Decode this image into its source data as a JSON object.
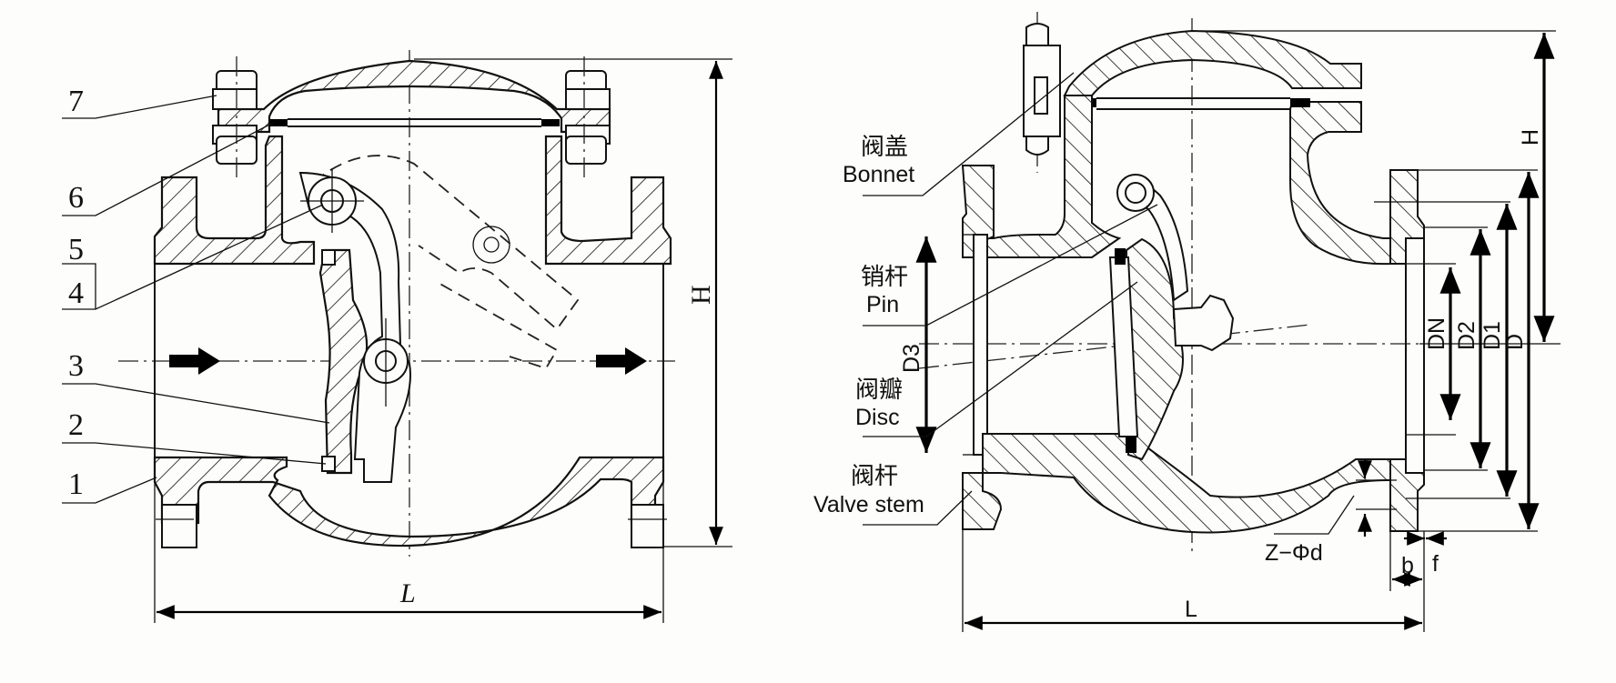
{
  "figure": {
    "title": "Swing check valve sectional drawings",
    "left_drawing": {
      "part_callouts": [
        "1",
        "2",
        "3",
        "4",
        "5",
        "6",
        "7"
      ],
      "dimensions": {
        "length": "L",
        "height": "H"
      },
      "flow_direction": "left-to-right"
    },
    "right_drawing": {
      "callouts": [
        {
          "cn": "阀盖",
          "en": "Bonnet"
        },
        {
          "cn": "销杆",
          "en": "Pin"
        },
        {
          "cn": "阀瓣",
          "en": "Disc"
        },
        {
          "cn": "阀杆",
          "en": "Valve stem"
        }
      ],
      "dimensions": {
        "length": "L",
        "height": "H",
        "d3": "D3",
        "dn": "DN",
        "d2": "D2",
        "d1": "D1",
        "d": "D",
        "bolt_holes": "Z−Φd",
        "b": "b",
        "f": "f"
      }
    }
  },
  "colors": {
    "line": "#111111",
    "background": "#fdfdfb",
    "gasket": "#000000"
  }
}
